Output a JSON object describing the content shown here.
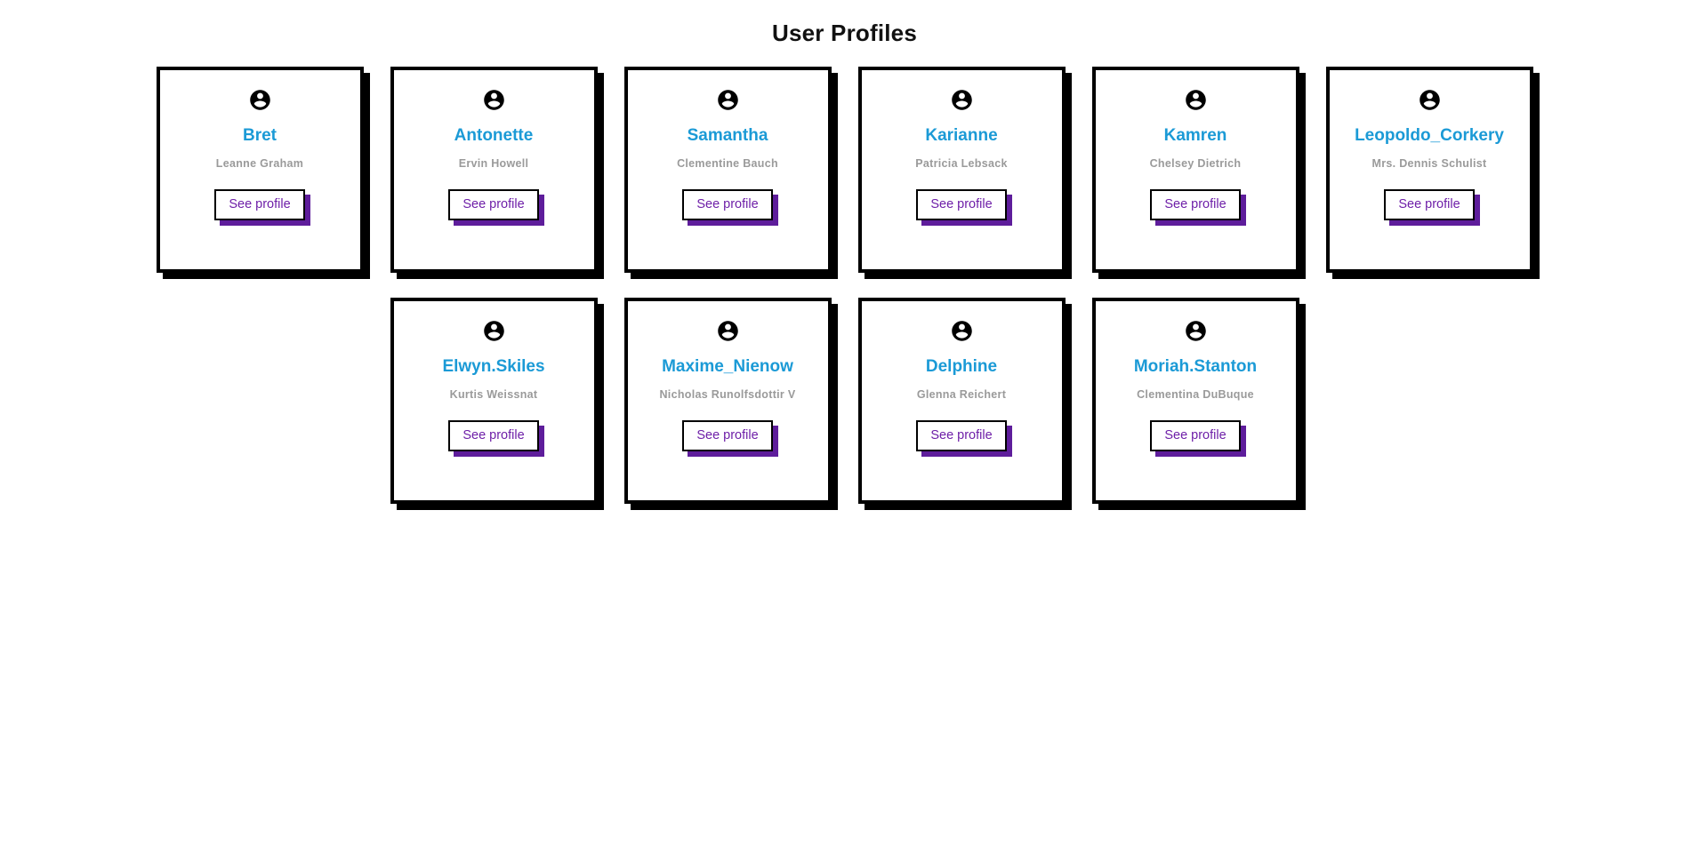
{
  "page": {
    "title": "User Profiles"
  },
  "theme": {
    "username_color": "#1b9ad6",
    "fullname_color": "#9a9a9a",
    "card_border_color": "#000000",
    "card_shadow_color": "#000000",
    "button_text_color": "#6e1fa8",
    "button_shadow_color": "#5e1d9b",
    "background_color": "#ffffff",
    "title_color": "#111111"
  },
  "cards": {
    "button_label": "See profile",
    "avatar_icon": "account-circle-icon",
    "items": [
      {
        "username": "Bret",
        "fullname": "Leanne Graham"
      },
      {
        "username": "Antonette",
        "fullname": "Ervin Howell"
      },
      {
        "username": "Samantha",
        "fullname": "Clementine Bauch"
      },
      {
        "username": "Karianne",
        "fullname": "Patricia Lebsack"
      },
      {
        "username": "Kamren",
        "fullname": "Chelsey Dietrich"
      },
      {
        "username": "Leopoldo_Corkery",
        "fullname": "Mrs. Dennis Schulist"
      },
      {
        "username": "Elwyn.Skiles",
        "fullname": "Kurtis Weissnat"
      },
      {
        "username": "Maxime_Nienow",
        "fullname": "Nicholas Runolfsdottir V"
      },
      {
        "username": "Delphine",
        "fullname": "Glenna Reichert"
      },
      {
        "username": "Moriah.Stanton",
        "fullname": "Clementina DuBuque"
      }
    ]
  }
}
